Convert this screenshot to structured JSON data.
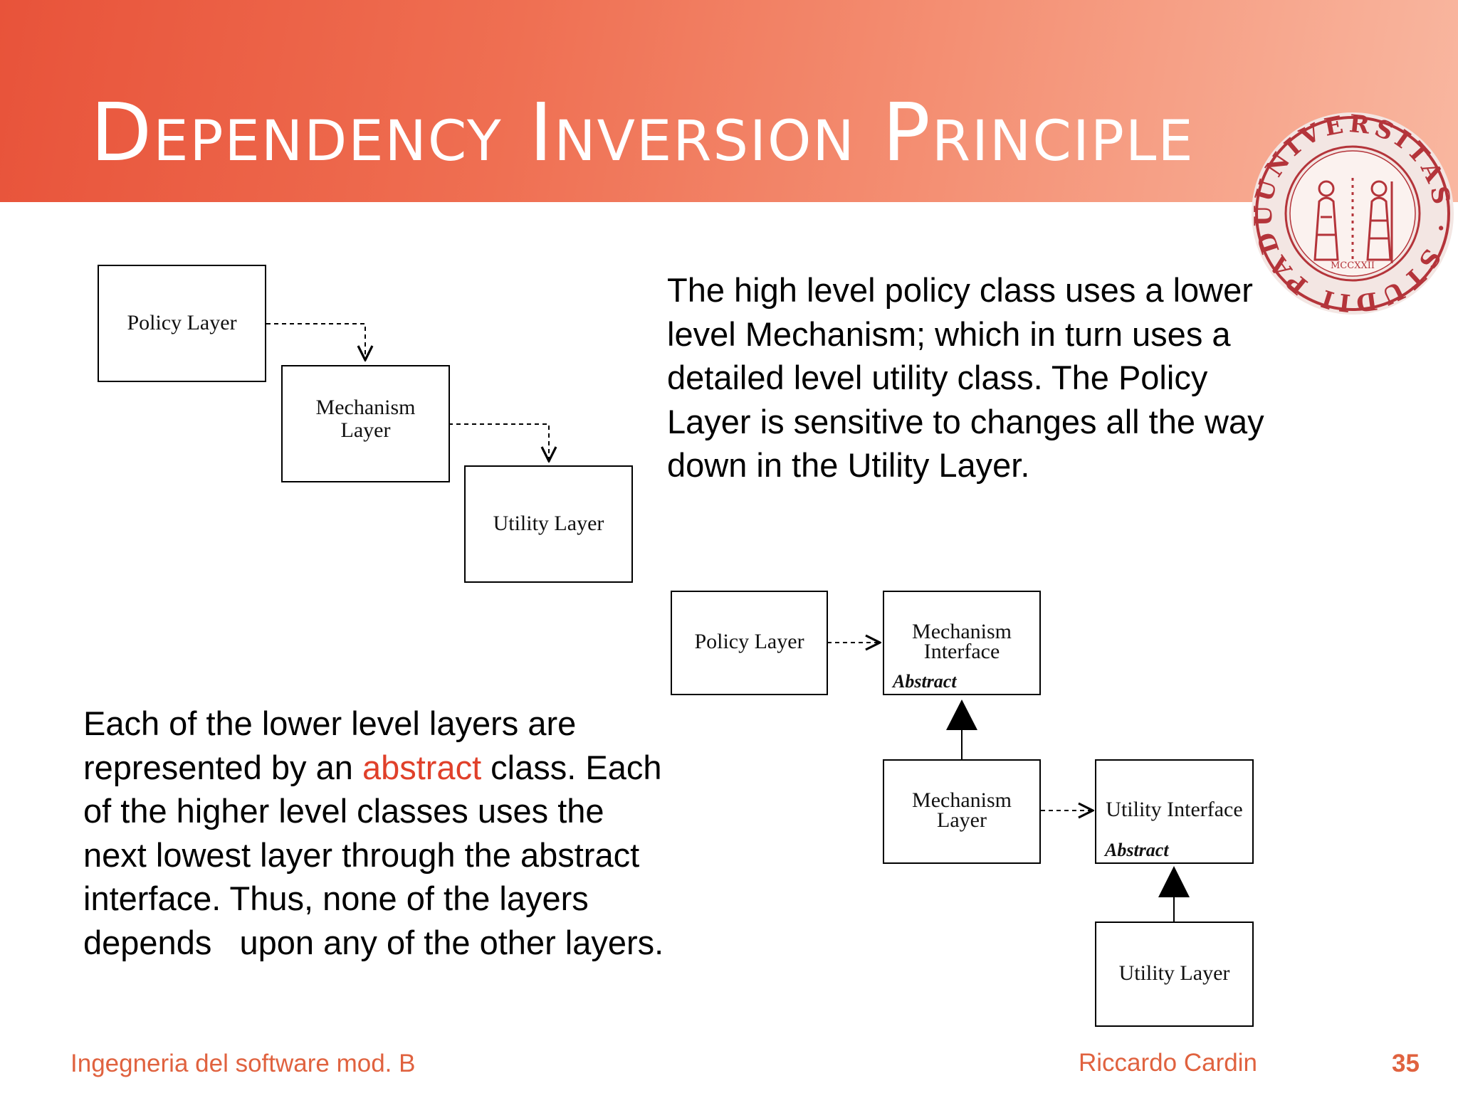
{
  "slide": {
    "title": "Dependency Inversion Principle",
    "paragraph_top": "The high level policy class uses a lower level Mechanism; which in turn uses a detailed level utility class. The Policy Layer is sensitive to changes all the way down in the Utility Layer.",
    "paragraph_bottom": {
      "before": "Each of the lower level layers are represented by an ",
      "highlight": "abstract",
      "after": " class. Each of the higher level classes uses the next lowest layer through the abstract interface. Thus, none of the layers depends   upon any of the other layers."
    },
    "accent_color": "#e0402a"
  },
  "diagram_top": {
    "policy": "Policy Layer",
    "mechanism": [
      "Mechanism",
      "Layer"
    ],
    "utility": "Utility Layer"
  },
  "diagram_bottom": {
    "policy": "Policy Layer",
    "mechanism_interface": [
      "Mechanism",
      "Interface"
    ],
    "mechanism_interface_tag": "Abstract",
    "mechanism_layer": [
      "Mechanism",
      "Layer"
    ],
    "utility_interface": "Utility Interface",
    "utility_interface_tag": "Abstract",
    "utility_layer": "Utility Layer"
  },
  "seal": {
    "text": "UNIVERSITAS · STUDII PADUANI ·",
    "year": "MCCXXII"
  },
  "footer": {
    "course": "Ingegneria del software mod. B",
    "author": "Riccardo Cardin",
    "page": "35"
  }
}
